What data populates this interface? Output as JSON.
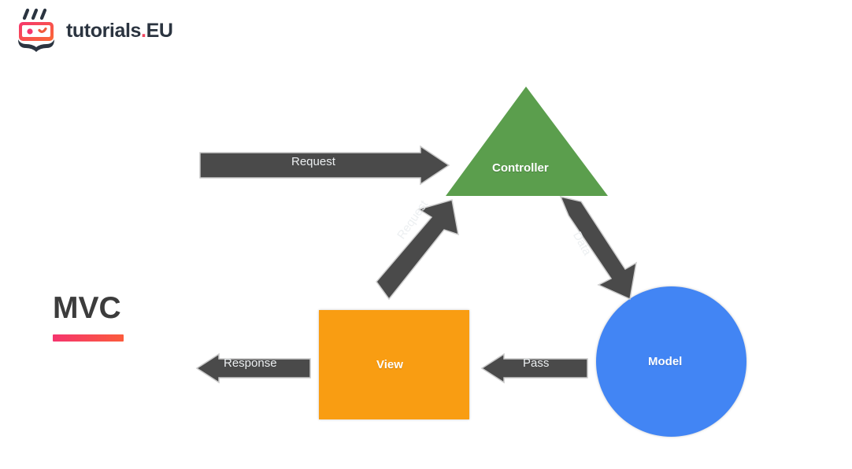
{
  "brand": {
    "name": "tutorials",
    "separator": ".",
    "suffix": "EU",
    "logo_icon": "tutorials-eu-logo-icon",
    "colors": {
      "accent_pink": "#f0455f",
      "accent_orange": "#fb5b3c",
      "logo_dark": "#2b3440"
    }
  },
  "title": {
    "label": "MVC",
    "underline_gradient_start": "#f5356e",
    "underline_gradient_end": "#fb5b3c"
  },
  "diagram": {
    "nodes": [
      {
        "id": "controller",
        "label": "Controller",
        "shape": "triangle",
        "color": "#5b9e4d"
      },
      {
        "id": "view",
        "label": "View",
        "shape": "rectangle",
        "color": "#f99d12"
      },
      {
        "id": "model",
        "label": "Model",
        "shape": "circle",
        "color": "#4285f4"
      }
    ],
    "arrows": [
      {
        "id": "request-top",
        "label": "Request",
        "from": "client",
        "to": "controller",
        "direction": "right",
        "color": "#4a4a4a"
      },
      {
        "id": "request-diagonal",
        "label": "Request",
        "from": "view",
        "to": "controller",
        "direction": "up-right",
        "color": "#4a4a4a"
      },
      {
        "id": "data",
        "label": "Data",
        "from": "controller",
        "to": "model",
        "direction": "down-right",
        "color": "#4a4a4a"
      },
      {
        "id": "pass",
        "label": "Pass",
        "from": "model",
        "to": "view",
        "direction": "left",
        "color": "#4a4a4a"
      },
      {
        "id": "response",
        "label": "Response",
        "from": "view",
        "to": "client",
        "direction": "left",
        "color": "#4a4a4a"
      }
    ]
  }
}
